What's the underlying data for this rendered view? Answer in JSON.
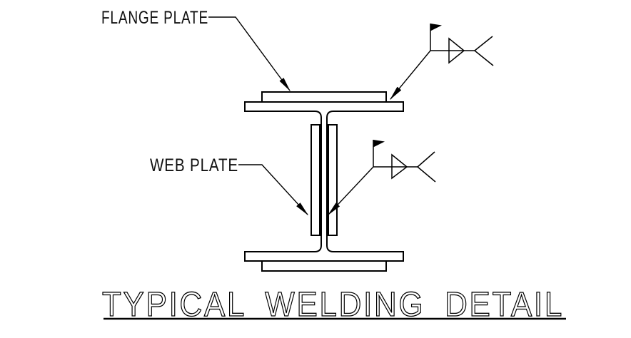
{
  "background": "#ffffff",
  "line_color": "#000000",
  "labels": {
    "flange_plate": "FLANGE PLATE",
    "web_plate": "WEB PLATE"
  },
  "title": {
    "text": "TYPICAL WELDING DETAIL",
    "underlined": true
  },
  "beam": {
    "parts": [
      "top flange plate",
      "beam top flange",
      "web",
      "left web plate",
      "right web plate",
      "beam bottom flange",
      "bottom flange plate"
    ]
  },
  "weld_symbols": [
    {
      "id": "flange-weld",
      "icons": [
        "field-weld-flag",
        "fillet-weld-triangle",
        "reference-line",
        "weld-tail",
        "leader-arrow"
      ]
    },
    {
      "id": "web-weld",
      "icons": [
        "field-weld-flag",
        "fillet-weld-triangle",
        "reference-line",
        "weld-tail",
        "leader-arrow"
      ]
    }
  ]
}
